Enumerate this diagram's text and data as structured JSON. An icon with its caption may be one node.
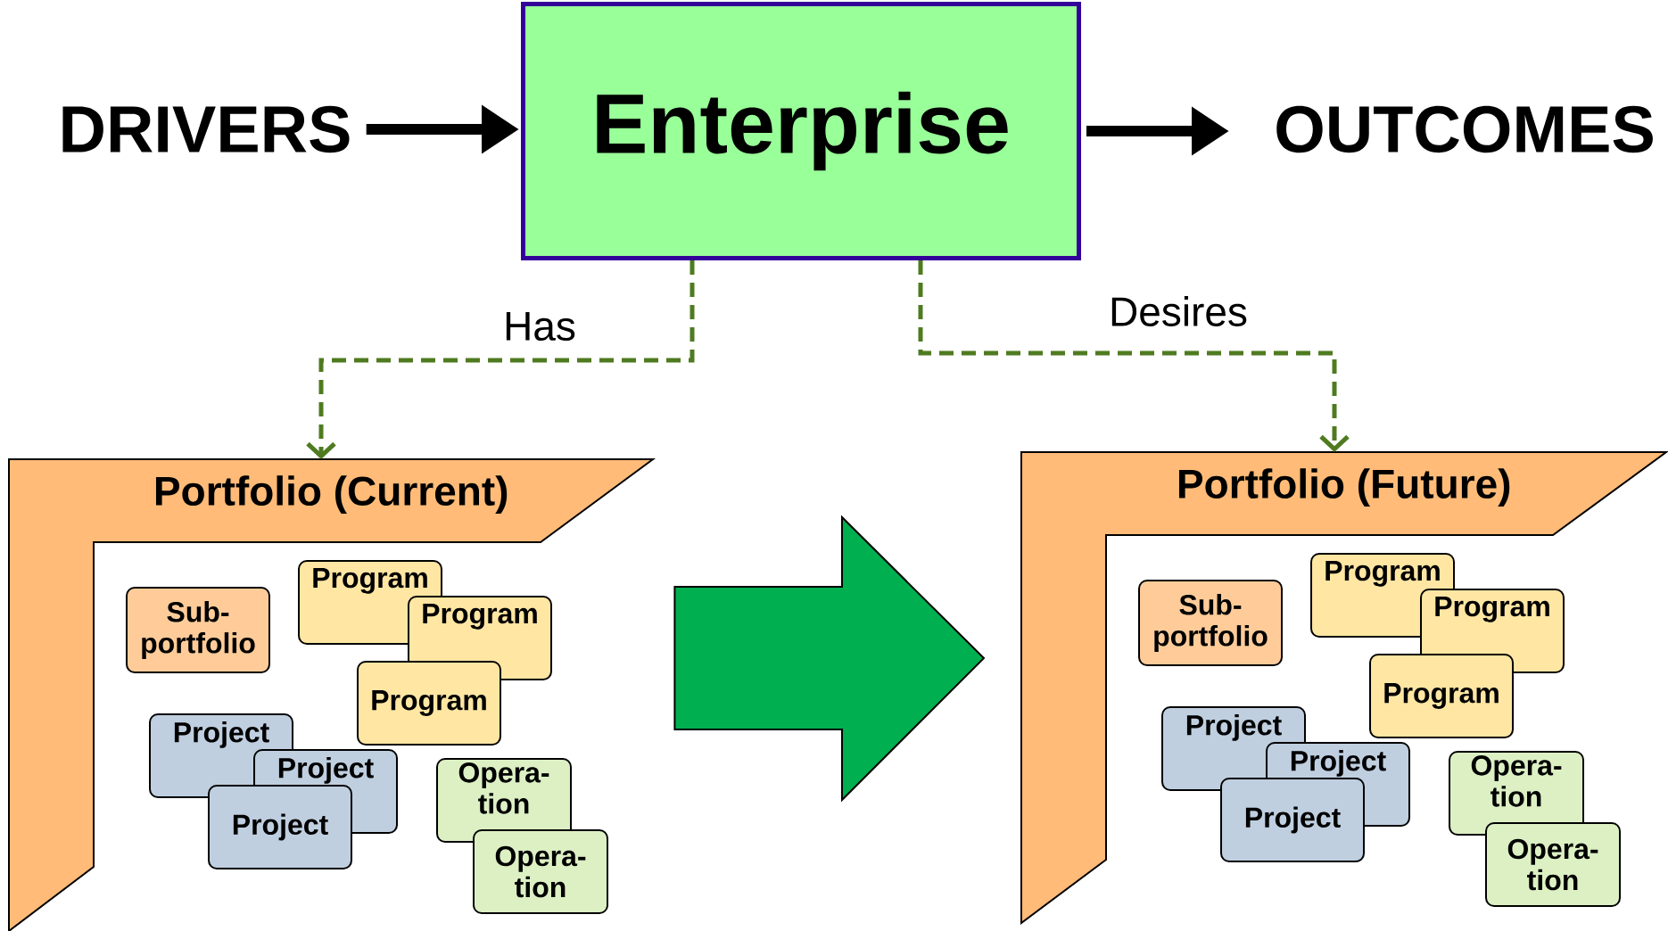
{
  "diagram": {
    "nodes": [
      {
        "text": [
          "DRIVERS"
        ]
      },
      {
        "text": [
          "Enterprise"
        ]
      },
      {
        "text": [
          "OUTCOMES"
        ]
      },
      {
        "text": [
          "Portfolio (Current)"
        ]
      },
      {
        "text": [
          "Sub- portfolio"
        ],
        "in": 3
      },
      {
        "text": [
          "Program"
        ],
        "in": 3
      },
      {
        "text": [
          "Program"
        ],
        "in": 3
      },
      {
        "text": [
          "Program"
        ],
        "in": 3
      },
      {
        "text": [
          "Project"
        ],
        "in": 3
      },
      {
        "text": [
          "Project"
        ],
        "in": 3
      },
      {
        "text": [
          "Project"
        ],
        "in": 3
      },
      {
        "text": [
          "Opera- tion"
        ],
        "in": 3
      },
      {
        "text": [
          "Opera- tion"
        ],
        "in": 3
      },
      {
        "text": [
          "Portfolio (Future)"
        ]
      },
      {
        "text": [
          "Sub- portfolio"
        ],
        "in": 13
      },
      {
        "text": [
          "Program"
        ],
        "in": 13
      },
      {
        "text": [
          "Program"
        ],
        "in": 13
      },
      {
        "text": [
          "Program"
        ],
        "in": 13
      },
      {
        "text": [
          "Project"
        ],
        "in": 13
      },
      {
        "text": [
          "Project"
        ],
        "in": 13
      },
      {
        "text": [
          "Project"
        ],
        "in": 13
      },
      {
        "text": [
          "Opera- tion"
        ],
        "in": 13
      },
      {
        "text": [
          "Opera- tion"
        ],
        "in": 13
      }
    ],
    "edges": [
      {
        "from": 0,
        "to": 1,
        "arrow": "to",
        "style": "thick"
      },
      {
        "from": 1,
        "to": 2,
        "arrow": "to",
        "style": "thick"
      },
      {
        "from": 1,
        "to": 3,
        "arrow": "to",
        "label": "Has",
        "style": "dashed",
        "color": "#4f7b20"
      },
      {
        "from": 1,
        "to": 13,
        "arrow": "to",
        "label": "Desires",
        "style": "dashed",
        "color": "#4f7b20"
      },
      {
        "from": 3,
        "to": 13,
        "arrow": "to",
        "style": "thick",
        "color": "#00b050"
      }
    ]
  }
}
